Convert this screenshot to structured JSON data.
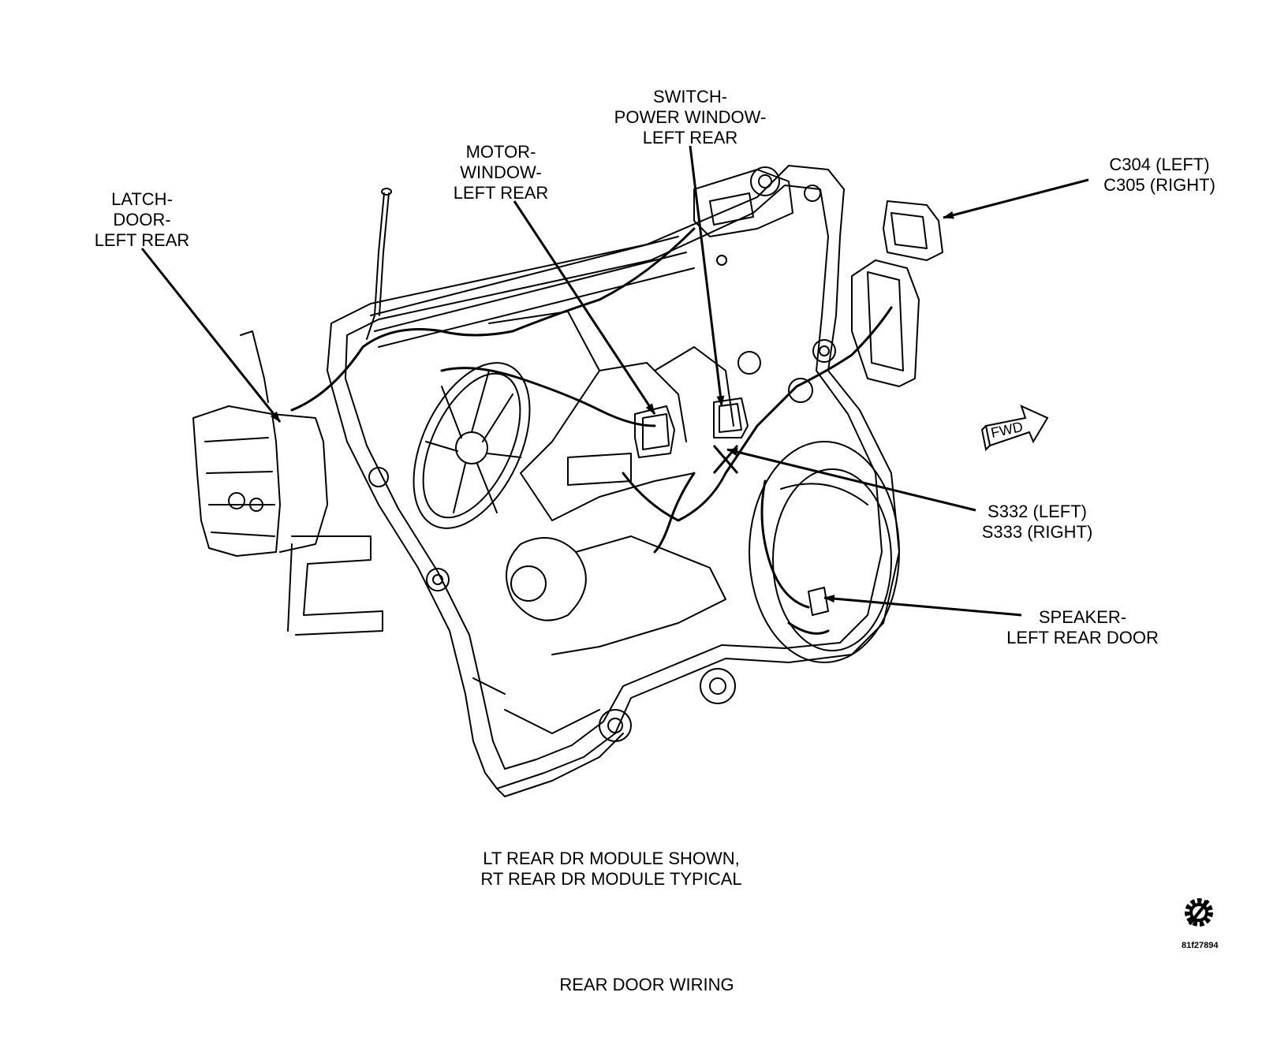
{
  "labels": {
    "switch": [
      "SWITCH-",
      "POWER WINDOW-",
      "LEFT REAR"
    ],
    "motor": [
      "MOTOR-",
      "WINDOW-",
      "LEFT REAR"
    ],
    "latch": [
      "LATCH-",
      "DOOR-",
      "LEFT REAR"
    ],
    "connector": [
      "C304 (LEFT)",
      "C305 (RIGHT)"
    ],
    "splice": [
      "S332 (LEFT)",
      "S333 (RIGHT)"
    ],
    "speaker": [
      "SPEAKER-",
      "LEFT REAR DOOR"
    ],
    "fwd": "FWD"
  },
  "note": [
    "LT REAR DR MODULE SHOWN,",
    "RT REAR DR MODULE TYPICAL"
  ],
  "figure_id": "81f27894",
  "caption": "REAR DOOR WIRING",
  "icons": {
    "logo": "gear-slash-icon",
    "direction": "fwd-arrow-icon"
  }
}
